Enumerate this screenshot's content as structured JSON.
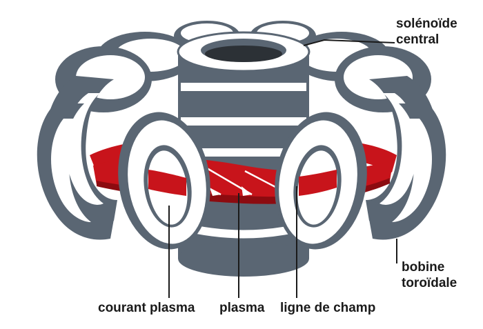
{
  "labels": {
    "solenoid_line1": "solénoïde",
    "solenoid_line2": "central",
    "toroidal_line1": "bobine",
    "toroidal_line2": "toroïdale",
    "plasma_current": "courant plasma",
    "plasma": "plasma",
    "field_line": "ligne de champ"
  },
  "colors": {
    "coil_dark": "#5a6673",
    "coil_light": "#ffffff",
    "plasma_red": "#c8141b",
    "plasma_dark": "#8c0b10",
    "outline": "#2c3136"
  }
}
